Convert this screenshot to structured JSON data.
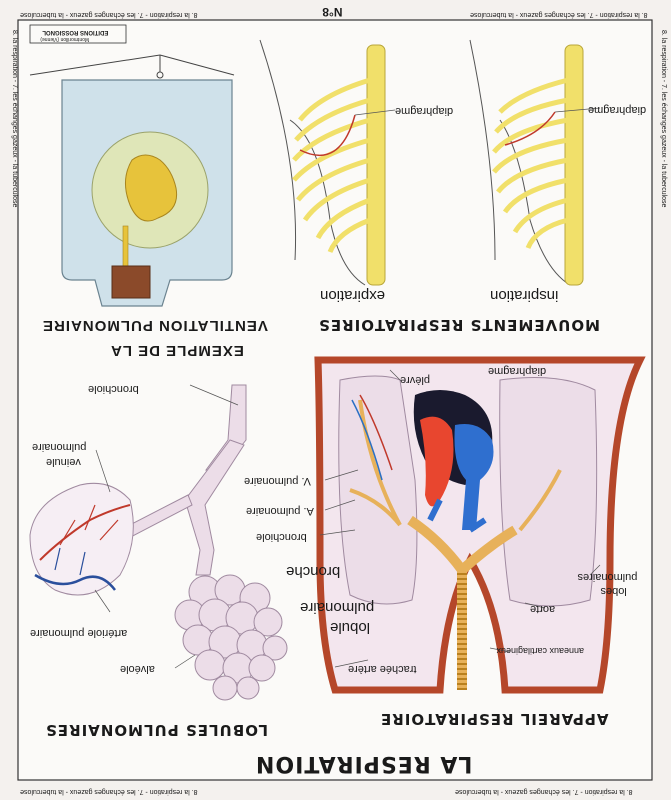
{
  "border_texts": {
    "top_left": "8. la respiration - 7. les échanges gazeux - la tuberculose",
    "top_right": "8. la respiration - 7. les échanges gazeux - la tuberculose",
    "bottom_left": "8. la respiration - 7. les échanges gazeux - la tuberculose",
    "bottom_right": "8. la respiration - 7. les échanges gazeux - la tuberculose",
    "left_side": "8. la respiration - 7. les échanges gazeux - la tuberculose",
    "right_side": "8. la respiration - 7. les échanges gazeux - la tuberculose"
  },
  "plate_number": "N°8",
  "publisher": {
    "line1": "EDITIONS ROSSIGNOL",
    "line2": "Montmorillon (Vienne)"
  },
  "main_title": "LA RESPIRATION",
  "sections": {
    "ventilation": {
      "line1": "EXEMPLE DE LA",
      "line2": "VENTILATION PULMONAIRE"
    },
    "movements": {
      "title": "MOUVEMENTS RESPIRATOIRES",
      "inspiration": "inspiration",
      "expiration": "expiration",
      "diaphragme_a": "diaphragme",
      "diaphragme_b": "diaphragme"
    },
    "appareil": {
      "title": "APPAREIL RESPIRATOIRE",
      "labels": {
        "diaphragme": "diaphragme",
        "plevre": "plèvre",
        "v_pulmonaire": "V. pulmonaire",
        "a_pulmonaire": "A. pulmonaire",
        "bronchiole": "bronchiole",
        "bronche": "bronche",
        "lobule": "lobule",
        "pulmonaire": "pulmonaire",
        "trachee": "trachée artère",
        "anneaux": "anneaux cartilagineux",
        "aorte": "aorte",
        "lobes": "lobes",
        "pulmonaires": "pulmonaires"
      }
    },
    "lobules": {
      "title": "LOBULES PULMONAIRES",
      "labels": {
        "bronchiole": "bronchiole",
        "veinule": "veinule",
        "veinule_pulmonaire": "pulmonaire",
        "arteriole": "artériole pulmonaire",
        "alveole": "alvéole"
      }
    }
  },
  "colors": {
    "bone": "#f1e06a",
    "artery": "#c0392b",
    "vein": "#2a6fc4",
    "lung": "#ecdde8",
    "bell": "#cfe1ea",
    "background": "#f4f1ee"
  }
}
